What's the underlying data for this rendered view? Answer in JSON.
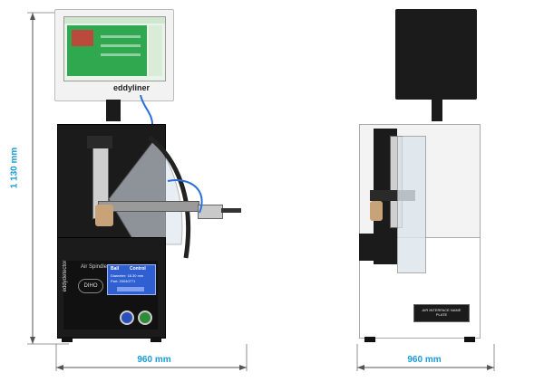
{
  "dimensions": {
    "height_label": "1 130 mm",
    "width_front_label": "960 mm",
    "width_side_label": "960 mm"
  },
  "monitor": {
    "brand": "eddyliner"
  },
  "control_panel": {
    "side_label": "eddydetector",
    "spindle_label": "Air Spindle",
    "screen_title_left": "Ball",
    "screen_title_right": "Control",
    "screen_line1": "Diameter: 18.30 mm",
    "screen_line2": "Part: 20040771",
    "logo_text": "DIHO"
  },
  "side_plate": {
    "text": "AIR INTERFACE NAME PLATE"
  },
  "colors": {
    "dimension_blue": "#1a9bd7",
    "machine_dark": "#1b1b1b",
    "screen_blue": "#2f5fd0",
    "screen_green": "#2fa84f"
  }
}
